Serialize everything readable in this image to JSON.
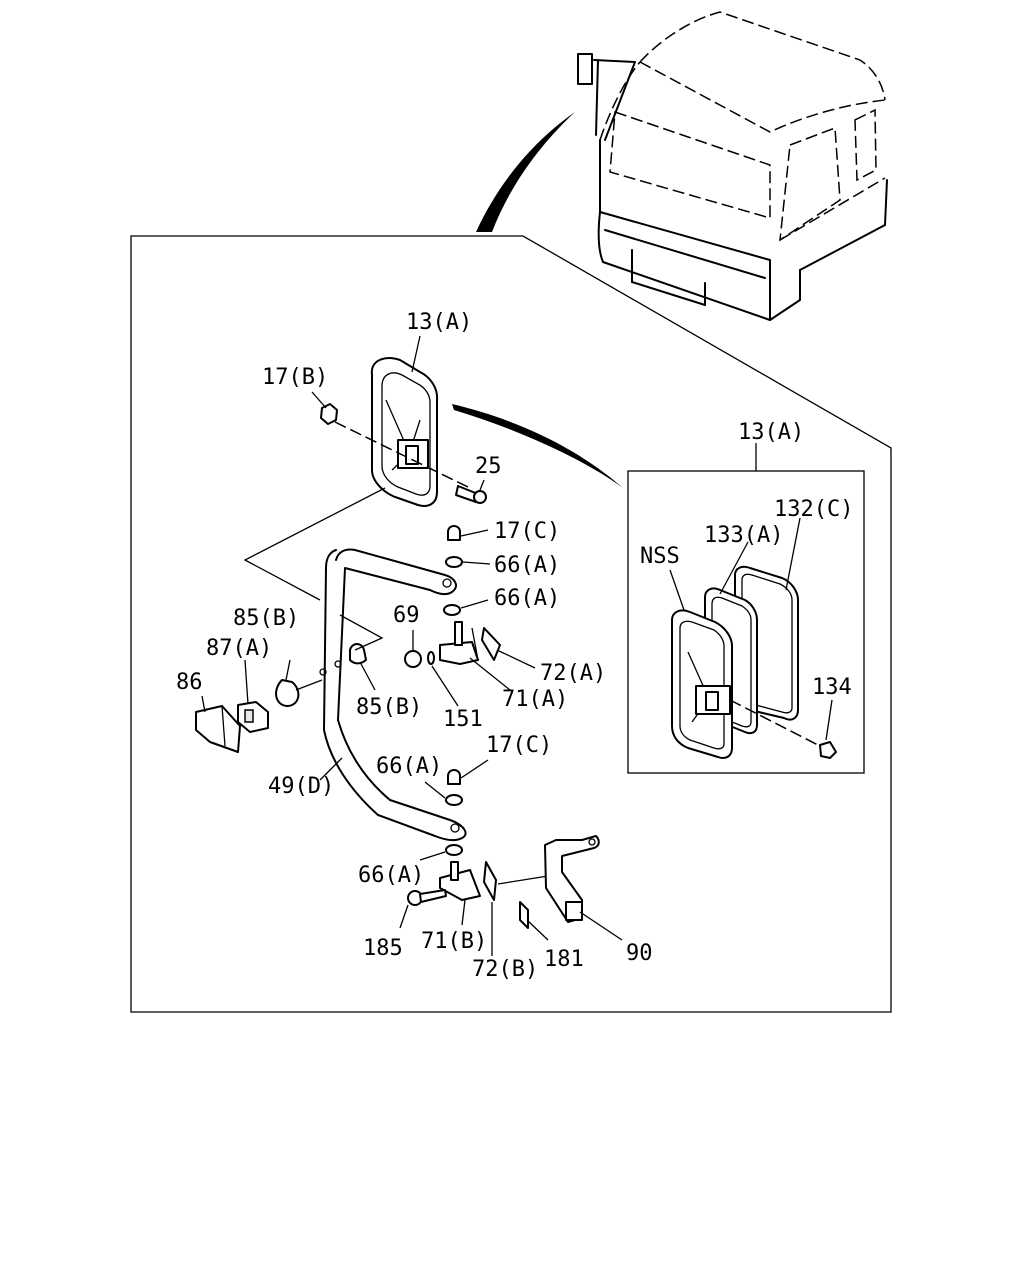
{
  "labels": {
    "mirror_13a": "13(A)",
    "nut_17b": "17(B)",
    "screw_25": "25",
    "cap_17c_top": "17(C)",
    "washer_66a_1": "66(A)",
    "washer_66a_2": "66(A)",
    "nut_69": "69",
    "plate_72a": "72(A)",
    "bracket_71a": "71(A)",
    "ring_151": "151",
    "plug_85b_left": "85(B)",
    "plug_85b_mid": "85(B)",
    "clip_87a": "87(A)",
    "lamp_86": "86",
    "stay_49d": "49(D)",
    "washer_66a_3": "66(A)",
    "cap_17c_low": "17(C)",
    "washer_66a_4": "66(A)",
    "bolt_185": "185",
    "bracket_71b": "71(B)",
    "plate_72b": "72(B)",
    "pad_181": "181",
    "bracket_90": "90",
    "inset_13a": "13(A)",
    "inset_132c": "132(C)",
    "inset_133a": "133(A)",
    "inset_nss": "NSS",
    "inset_134": "134"
  }
}
